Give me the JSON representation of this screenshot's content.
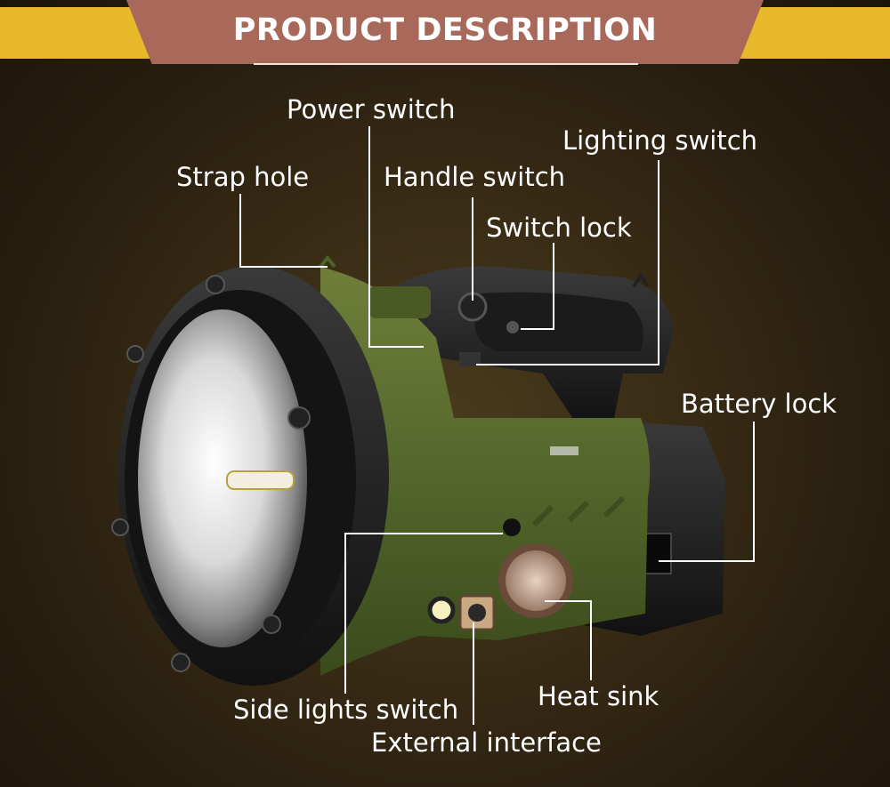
{
  "header": {
    "title": "PRODUCT DESCRIPTION"
  },
  "labels": {
    "power_switch": "Power switch",
    "lighting_switch": "Lighting switch",
    "strap_hole": "Strap hole",
    "handle_switch": "Handle switch",
    "switch_lock": "Switch lock",
    "battery_lock": "Battery lock",
    "side_lights_switch": "Side lights switch",
    "heat_sink": "Heat sink",
    "external_interface": "External interface"
  },
  "colors": {
    "banner_brown": "#a8695a",
    "banner_yellow": "#e8b92b",
    "body_green": "#556b2f"
  }
}
